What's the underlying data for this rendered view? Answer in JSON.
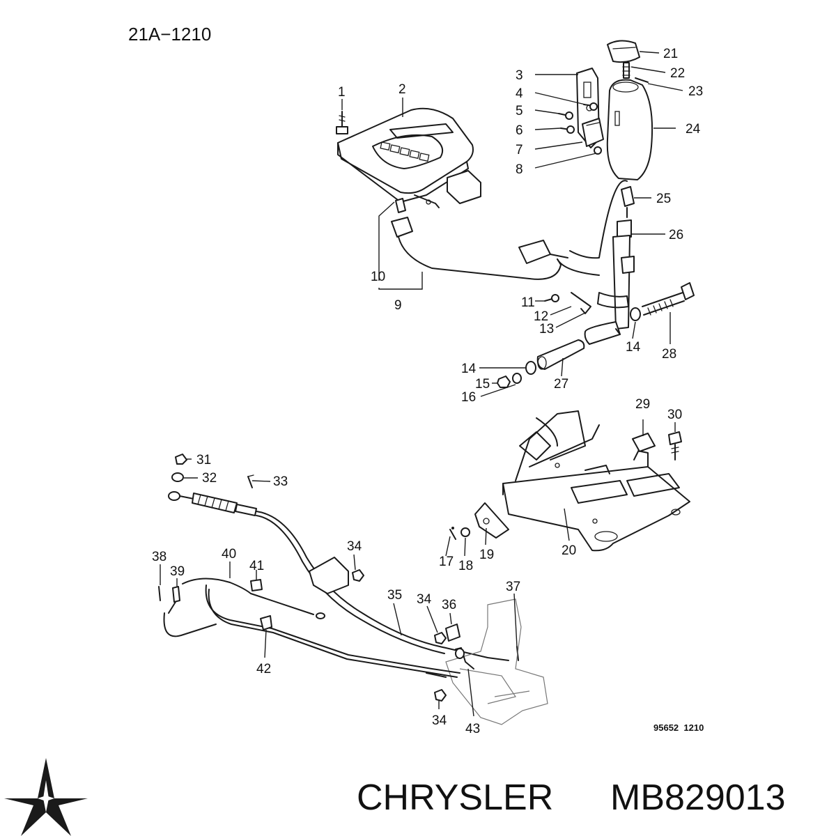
{
  "diagram": {
    "header_code": "21A−1210",
    "reference": "95652  1210",
    "callouts": [
      "1",
      "2",
      "3",
      "4",
      "5",
      "6",
      "7",
      "8",
      "9",
      "10",
      "11",
      "12",
      "13",
      "14",
      "14",
      "14",
      "15",
      "16",
      "17",
      "18",
      "19",
      "20",
      "21",
      "22",
      "23",
      "24",
      "25",
      "26",
      "27",
      "28",
      "29",
      "30",
      "31",
      "32",
      "33",
      "34",
      "34",
      "34",
      "35",
      "36",
      "37",
      "38",
      "39",
      "40",
      "41",
      "42",
      "43"
    ]
  },
  "footer": {
    "brand_name": "CHRYSLER",
    "part_number": "MB829013",
    "logo_icon": "pentastar-icon"
  }
}
